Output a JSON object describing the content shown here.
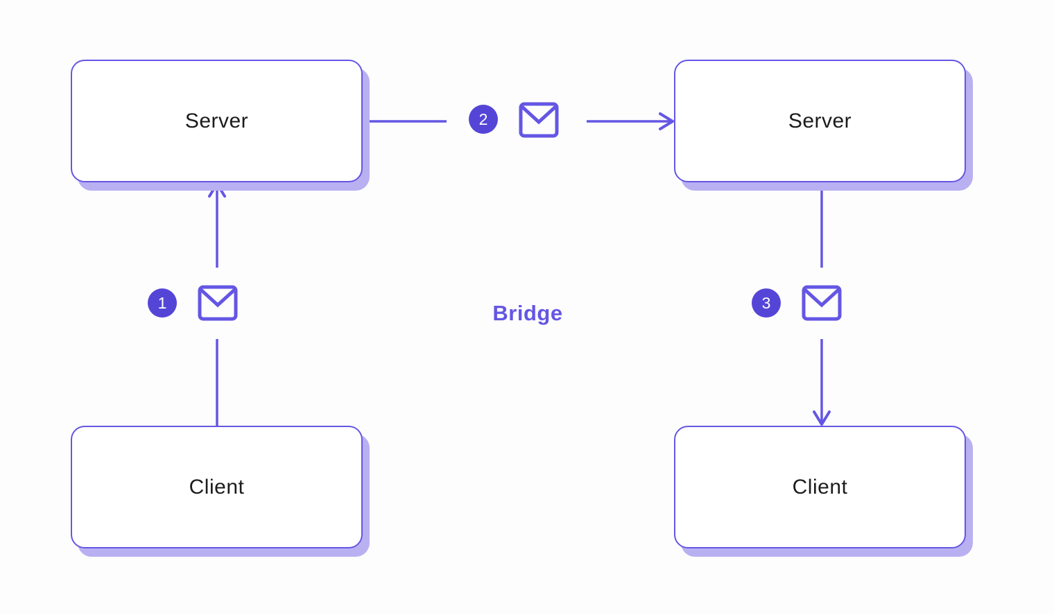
{
  "diagram": {
    "center_label": "Bridge",
    "nodes": [
      {
        "id": "server-left",
        "label": "Server"
      },
      {
        "id": "server-right",
        "label": "Server"
      },
      {
        "id": "client-left",
        "label": "Client"
      },
      {
        "id": "client-right",
        "label": "Client"
      }
    ],
    "edges": [
      {
        "step": "1",
        "from": "client-left",
        "to": "server-left",
        "direction": "up",
        "icon": "envelope-icon"
      },
      {
        "step": "2",
        "from": "server-left",
        "to": "server-right",
        "direction": "right",
        "icon": "envelope-icon"
      },
      {
        "step": "3",
        "from": "server-right",
        "to": "client-right",
        "direction": "down",
        "icon": "envelope-icon"
      }
    ],
    "colors": {
      "accent": "#6456e4",
      "badge": "#5545d7",
      "shadow": "#b9b0f2",
      "node_bg": "#ffffff",
      "node_text": "#1c1c1e",
      "background": "#fdfdfd"
    }
  }
}
